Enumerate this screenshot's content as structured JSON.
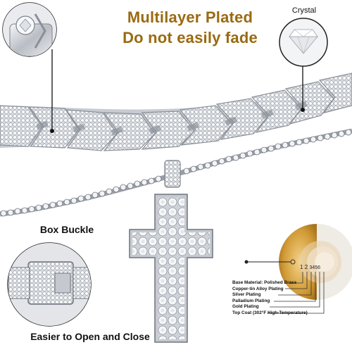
{
  "headline": {
    "line1": "Multilayer Plated",
    "line2": "Do not easily fade"
  },
  "crystal_label": "Crystal",
  "box_buckle_label": "Box Buckle",
  "ease_label": "Easier to Open and Close",
  "layer_numbers": [
    "1",
    "2",
    "3",
    "4",
    "5",
    "6"
  ],
  "layers": [
    "Base Material: Polished Brass",
    "Copper-tin Alloy Plating",
    "Silver Plating",
    "Palladium Plating",
    "Gold Plating",
    "Top Coat (302°F High-Temperature)"
  ],
  "colors": {
    "headline": "#9a6a12",
    "silver": "#c9ccd1",
    "gold": "#d9a63e"
  }
}
